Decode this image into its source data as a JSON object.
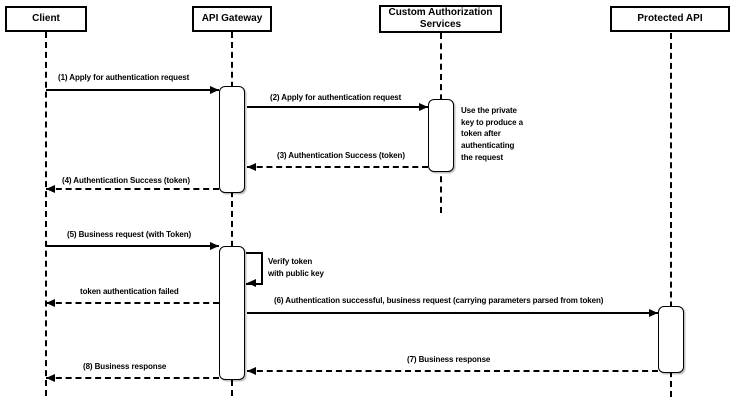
{
  "diagram_type": "sequence-diagram",
  "colors": {
    "background": "#ffffff",
    "line": "#000000",
    "text": "#000000",
    "box_fill": "#ffffff"
  },
  "actors": [
    {
      "label": "Client"
    },
    {
      "label": "API Gateway"
    },
    {
      "label": "Custom Authorization\nServices"
    },
    {
      "label": "Protected API"
    }
  ],
  "messages": [
    {
      "label": "(1) Apply for authentication request",
      "from": "Client",
      "to": "API Gateway",
      "line": "solid"
    },
    {
      "label": "(2) Apply for authentication request",
      "from": "API Gateway",
      "to": "Custom Authorization Services",
      "line": "solid"
    },
    {
      "label": "(3) Authentication Success (token)",
      "from": "Custom Authorization Services",
      "to": "API Gateway",
      "line": "dashed"
    },
    {
      "label": "(4) Authentication Success (token)",
      "from": "API Gateway",
      "to": "Client",
      "line": "dashed"
    },
    {
      "label": "(5) Business request (with Token)",
      "from": "Client",
      "to": "API Gateway",
      "line": "solid"
    },
    {
      "label": "Verify token\nwith public key",
      "from": "API Gateway",
      "to": "API Gateway",
      "line": "solid-self"
    },
    {
      "label": "token authentication failed",
      "from": "API Gateway",
      "to": "Client",
      "line": "dashed"
    },
    {
      "label": "(6) Authentication successful, business request (carrying parameters parsed from token)",
      "from": "API Gateway",
      "to": "Protected API",
      "line": "solid"
    },
    {
      "label": "(7) Business response",
      "from": "Protected API",
      "to": "API Gateway",
      "line": "dashed"
    },
    {
      "label": "(8) Business response",
      "from": "API Gateway",
      "to": "Client",
      "line": "dashed"
    }
  ],
  "notes": [
    {
      "label": "Use the private\nkey to produce a\ntoken after\nauthenticating\nthe request",
      "attached_to": "Custom Authorization Services"
    }
  ]
}
